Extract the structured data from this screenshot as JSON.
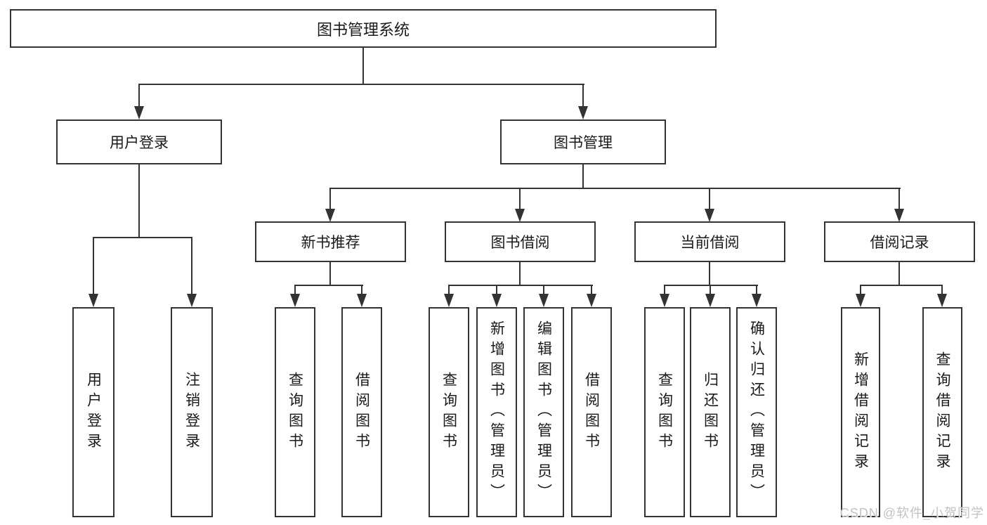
{
  "diagram": {
    "root": {
      "label": "图书管理系统"
    },
    "branches": [
      {
        "label": "用户登录",
        "children": [
          {
            "label": "用户登录"
          },
          {
            "label": "注销登录"
          }
        ]
      },
      {
        "label": "图书管理",
        "children": [
          {
            "label": "新书推荐",
            "children": [
              {
                "label": "查询图书"
              },
              {
                "label": "借阅图书"
              }
            ]
          },
          {
            "label": "图书借阅",
            "children": [
              {
                "label": "查询图书"
              },
              {
                "label": "新增图书（管理员）"
              },
              {
                "label": "编辑图书（管理员）"
              },
              {
                "label": "借阅图书"
              }
            ]
          },
          {
            "label": "当前借阅",
            "children": [
              {
                "label": "查询图书"
              },
              {
                "label": "归还图书"
              },
              {
                "label": "确认归还（管理员）"
              }
            ]
          },
          {
            "label": "借阅记录",
            "children": [
              {
                "label": "新增借阅记录"
              },
              {
                "label": "查询借阅记录"
              }
            ]
          }
        ]
      }
    ]
  },
  "watermark": {
    "text": "CSDN @软件_小贺同学"
  },
  "colors": {
    "line": "#333333",
    "box_border": "#333333",
    "box_fill": "#ffffff",
    "text": "#1a1a1a",
    "background": "#ffffff",
    "watermark": "#c3c3c3"
  }
}
